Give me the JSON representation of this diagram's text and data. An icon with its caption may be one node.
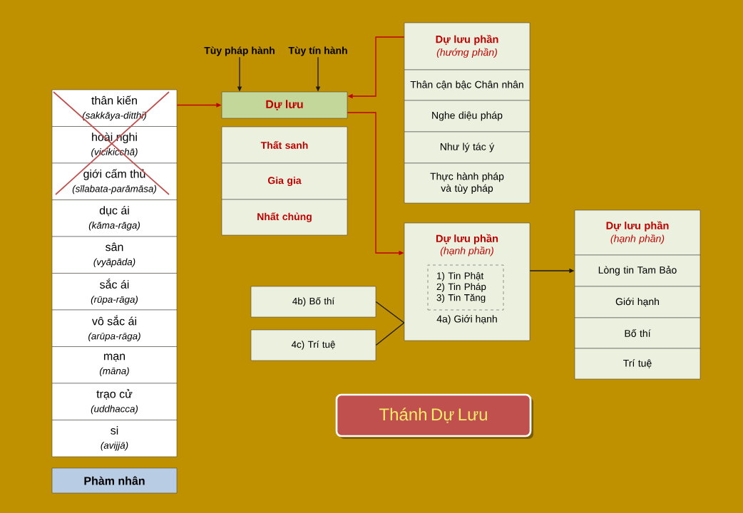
{
  "diagram": {
    "nodes": [
      {
        "text": [
          "thân kiến",
          "(sakkāya-ditthi)"
        ]
      },
      {
        "text": [
          "hoài nghi",
          "(vicikicchā)"
        ]
      },
      {
        "text": [
          "giới cấm thủ",
          "(sīlabata-parāmāsa)"
        ]
      },
      {
        "text": [
          "dục ái",
          "(kāma-rāga)"
        ]
      },
      {
        "text": [
          "sân",
          "(vyāpāda)"
        ]
      },
      {
        "text": [
          "sắc ái",
          "(rūpa-rāga)"
        ]
      },
      {
        "text": [
          "vô sắc ái",
          "(arūpa-rāga)"
        ]
      },
      {
        "text": [
          "mạn",
          "(māna)"
        ]
      },
      {
        "text": [
          "trạo cử",
          "(uddhacca)"
        ]
      },
      {
        "text": [
          "si",
          "(avijjā)"
        ]
      },
      {
        "text": [
          "Phàm nhân"
        ]
      },
      {
        "text": [
          "Tùy pháp hành"
        ]
      },
      {
        "text": [
          "Tùy tín hành"
        ]
      },
      {
        "text": [
          "Dự lưu"
        ]
      },
      {
        "text": [
          "Thất sanh"
        ]
      },
      {
        "text": [
          "Gia gia"
        ]
      },
      {
        "text": [
          "Nhất chủng"
        ]
      },
      {
        "text": [
          "Dự lưu phần",
          "(hướng phần)"
        ]
      },
      {
        "text": [
          "Thân cận bậc Chân nhân"
        ]
      },
      {
        "text": [
          "Nghe diệu pháp"
        ]
      },
      {
        "text": [
          "Như lý tác ý"
        ]
      },
      {
        "text": [
          "Thực hành pháp và tùy pháp"
        ]
      },
      {
        "text": [
          "Dự lưu phần",
          "(hạnh phần)",
          "4a) Giới hạnh"
        ]
      },
      {
        "text": [
          "1) Tin Phật",
          "2) Tin Pháp",
          "3) Tin Tăng"
        ],
        "in": 22
      },
      {
        "text": [
          "4b) Bố thí"
        ]
      },
      {
        "text": [
          "4c) Trí tuệ"
        ]
      },
      {
        "text": [
          "Dự lưu phần",
          "(hạnh phần)"
        ]
      },
      {
        "text": [
          "Lòng tin Tam Bảo"
        ]
      },
      {
        "text": [
          "Giới hạnh"
        ]
      },
      {
        "text": [
          "Bố thí"
        ]
      },
      {
        "text": [
          "Trí tuệ"
        ]
      },
      {
        "text": [
          "Thánh Dự Lưu"
        ]
      }
    ],
    "edges": [
      {
        "from": 0,
        "to": 13,
        "arrow": "to",
        "color": "#c00000"
      },
      {
        "from": 11,
        "to": 13,
        "arrow": "to"
      },
      {
        "from": 12,
        "to": 13,
        "arrow": "to"
      },
      {
        "from": 17,
        "to": 13,
        "arrow": "to",
        "color": "#c00000"
      },
      {
        "from": 13,
        "to": 22,
        "arrow": "to",
        "color": "#c00000"
      },
      {
        "from": 24,
        "to": 22,
        "arrow": "none"
      },
      {
        "from": 25,
        "to": 22,
        "arrow": "none"
      },
      {
        "from": 22,
        "to": 27,
        "arrow": "to"
      }
    ]
  }
}
